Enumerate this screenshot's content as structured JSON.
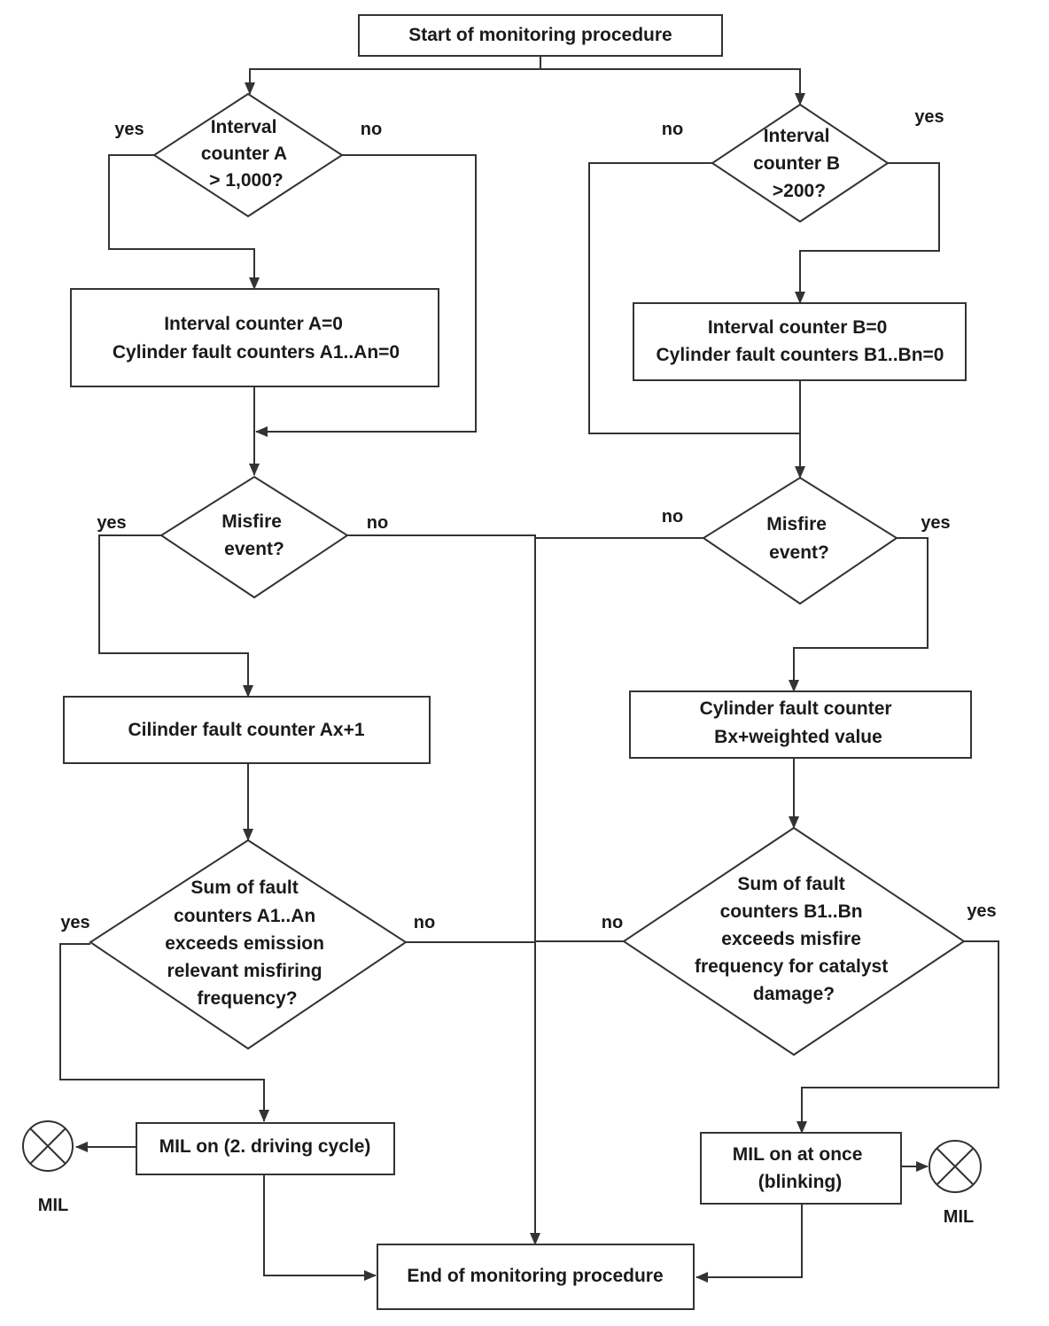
{
  "start": [
    "Start of monitoring procedure"
  ],
  "end": [
    "End of monitoring procedure"
  ],
  "left": {
    "decision_interval": [
      "Interval",
      "counter A",
      "> 1,000?"
    ],
    "reset_box": [
      "Interval counter A=0",
      "Cylinder fault counters A1..An=0"
    ],
    "decision_misfire": [
      "Misfire",
      "event?"
    ],
    "increment_box": [
      "Cilinder fault counter Ax+1"
    ],
    "decision_sum": [
      "Sum of  fault",
      "counters A1..An",
      "exceeds emission",
      "relevant misfiring",
      "frequency?"
    ],
    "mil_box": [
      "MIL on (2. driving cycle)"
    ],
    "mil_lamp_label": "MIL"
  },
  "right": {
    "decision_interval": [
      "Interval",
      "counter B",
      ">200?"
    ],
    "reset_box": [
      "Interval counter B=0",
      "Cylinder fault counters B1..Bn=0"
    ],
    "decision_misfire": [
      "Misfire",
      "event?"
    ],
    "increment_box": [
      "Cylinder fault counter",
      "Bx+weighted value"
    ],
    "decision_sum": [
      "Sum of  fault",
      "counters B1..Bn",
      "exceeds misfire",
      "frequency for catalyst",
      "damage?"
    ],
    "mil_box": [
      "MIL on at once",
      "(blinking)"
    ],
    "mil_lamp_label": "MIL"
  },
  "edge_labels": {
    "yes": "yes",
    "no": "no"
  },
  "colors": {
    "line": "#333333",
    "text": "#1a1a1a",
    "background": "#ffffff"
  }
}
